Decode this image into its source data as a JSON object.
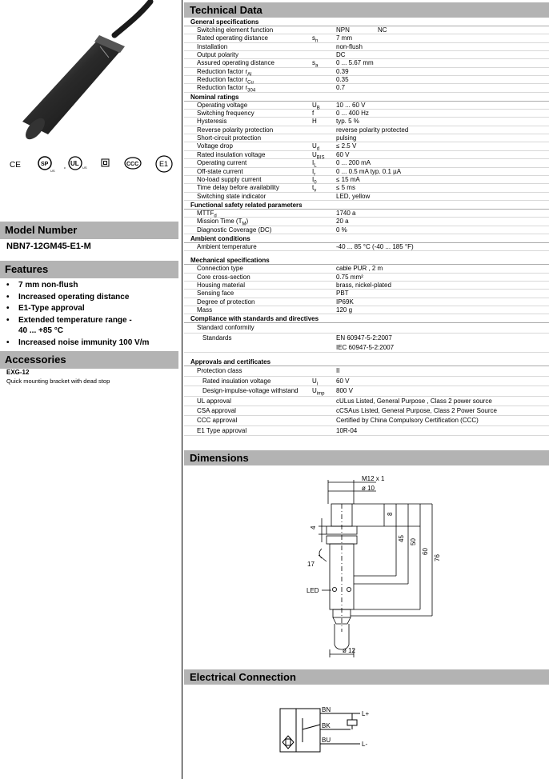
{
  "left": {
    "certifications": [
      {
        "name": "ce-mark-logo",
        "text": "CE"
      },
      {
        "name": "csa-logo",
        "text": "SP"
      },
      {
        "name": "ul-listed-logo",
        "text": "UL"
      },
      {
        "name": "protection-class-2-logo",
        "text": ""
      },
      {
        "name": "ccc-logo",
        "text": "CCC"
      },
      {
        "name": "e1-approval-logo",
        "text": "E1"
      }
    ],
    "model_heading": "Model Number",
    "model_number": "NBN7-12GM45-E1-M",
    "features_heading": "Features",
    "features": [
      "7 mm non-flush",
      "Increased operating distance",
      "E1-Type approval",
      "Extended temperature range -\n40 ... +85 °C",
      "Increased noise immunity 100 V/m"
    ],
    "accessories_heading": "Accessories",
    "accessory_name": "EXG-12",
    "accessory_desc": "Quick mounting bracket with dead stop"
  },
  "tech": {
    "heading": "Technical Data",
    "sections": [
      {
        "title": "General specifications",
        "rows": [
          {
            "label": "Switching element function",
            "sym": "",
            "sym_sub": "",
            "value": "NPN",
            "value2": "NC"
          },
          {
            "label": "Rated operating distance",
            "sym": "s",
            "sym_sub": "n",
            "value": "7 mm"
          },
          {
            "label": "Installation",
            "sym": "",
            "sym_sub": "",
            "value": "non-flush"
          },
          {
            "label": "Output polarity",
            "sym": "",
            "sym_sub": "",
            "value": "DC"
          },
          {
            "label": "Assured operating distance",
            "sym": "s",
            "sym_sub": "a",
            "value": "0 ... 5.67 mm"
          },
          {
            "label": "Reduction factor r",
            "label_sub": "Al",
            "sym": "",
            "sym_sub": "",
            "value": "0.39"
          },
          {
            "label": "Reduction factor r",
            "label_sub": "Cu",
            "sym": "",
            "sym_sub": "",
            "value": "0.35"
          },
          {
            "label": "Reduction factor r",
            "label_sub": "304",
            "sym": "",
            "sym_sub": "",
            "value": "0.7"
          }
        ]
      },
      {
        "title": "Nominal ratings",
        "rows": [
          {
            "label": "Operating voltage",
            "sym": "U",
            "sym_sub": "B",
            "value": "10 ... 60 V"
          },
          {
            "label": "Switching frequency",
            "sym": "f",
            "sym_sub": "",
            "value": "0 ... 400 Hz"
          },
          {
            "label": "Hysteresis",
            "sym": "H",
            "sym_sub": "",
            "value": "typ. 5  %"
          },
          {
            "label": "Reverse polarity protection",
            "sym": "",
            "sym_sub": "",
            "value": "reverse polarity protected"
          },
          {
            "label": "Short-circuit protection",
            "sym": "",
            "sym_sub": "",
            "value": "pulsing"
          },
          {
            "label": "Voltage drop",
            "sym": "U",
            "sym_sub": "d",
            "value": "≤ 2.5 V"
          },
          {
            "label": "Rated insulation voltage",
            "sym": "U",
            "sym_sub": "BIS",
            "value": "60 V"
          },
          {
            "label": "Operating current",
            "sym": "I",
            "sym_sub": "L",
            "value": "0 ... 200 mA"
          },
          {
            "label": "Off-state current",
            "sym": "I",
            "sym_sub": "r",
            "value": "0 ... 0.5 mA typ. 0.1 µA"
          },
          {
            "label": "No-load supply current",
            "sym": "I",
            "sym_sub": "0",
            "value": "≤ 15 mA"
          },
          {
            "label": "Time delay before availability",
            "sym": "t",
            "sym_sub": "v",
            "value": "≤ 5 ms"
          },
          {
            "label": "Switching state indicator",
            "sym": "",
            "sym_sub": "",
            "value": "LED, yellow"
          }
        ]
      },
      {
        "title": "Functional safety related parameters",
        "rows": [
          {
            "label": "MTTF",
            "label_sub": "d",
            "sym": "",
            "sym_sub": "",
            "value": "1740 a"
          },
          {
            "label": "Mission Time (T",
            "label_sub": "M",
            "label_after": ")",
            "sym": "",
            "sym_sub": "",
            "value": "20 a"
          },
          {
            "label": "Diagnostic Coverage (DC)",
            "sym": "",
            "sym_sub": "",
            "value": "0 %"
          }
        ]
      },
      {
        "title": "Ambient conditions",
        "rows": [
          {
            "label": "Ambient temperature",
            "sym": "",
            "sym_sub": "",
            "value": "-40 ... 85 °C (-40 ... 185 °F)"
          }
        ]
      },
      {
        "title": "Mechanical specifications",
        "rows": [
          {
            "label": "Connection type",
            "sym": "",
            "sym_sub": "",
            "value": "cable PUR , 2 m"
          },
          {
            "label": "Core cross-section",
            "sym": "",
            "sym_sub": "",
            "value": "0.75 mm²"
          },
          {
            "label": "Housing material",
            "sym": "",
            "sym_sub": "",
            "value": "brass, nickel-plated"
          },
          {
            "label": "Sensing face",
            "sym": "",
            "sym_sub": "",
            "value": "PBT"
          },
          {
            "label": "Degree of protection",
            "sym": "",
            "sym_sub": "",
            "value": "IP69K"
          },
          {
            "label": "Mass",
            "sym": "",
            "sym_sub": "",
            "value": "120 g"
          }
        ]
      },
      {
        "title": "Compliance with standards and directives",
        "rows": [
          {
            "label": "Standard conformity",
            "sym": "",
            "sym_sub": "",
            "value": ""
          },
          {
            "label": "Standards",
            "indent": 2,
            "sym": "",
            "sym_sub": "",
            "value": "EN 60947-5-2:2007"
          },
          {
            "label": "",
            "sym": "",
            "sym_sub": "",
            "value": "IEC 60947-5-2:2007"
          }
        ]
      },
      {
        "title": "Approvals and certificates",
        "rows": [
          {
            "label": "Protection class",
            "sym": "",
            "sym_sub": "",
            "value": "II"
          },
          {
            "label": "Rated insulation voltage",
            "indent": 2,
            "sym": "U",
            "sym_sub": "i",
            "value": "60 V"
          },
          {
            "label": "Design-impulse-voltage withstand",
            "indent": 2,
            "sym": "U",
            "sym_sub": "imp",
            "value": "800 V"
          },
          {
            "label": "UL approval",
            "sym": "",
            "sym_sub": "",
            "value": "cULus Listed, General Purpose , Class 2 power source"
          },
          {
            "label": "CSA approval",
            "sym": "",
            "sym_sub": "",
            "value": "cCSAus Listed, General Purpose, Class 2 Power Source"
          },
          {
            "label": "CCC approval",
            "sym": "",
            "sym_sub": "",
            "value": "Certified by China Compulsory Certification (CCC)"
          },
          {
            "label": "E1 Type approval",
            "sym": "",
            "sym_sub": "",
            "value": "10R-04"
          }
        ]
      }
    ]
  },
  "dimensions": {
    "heading": "Dimensions",
    "labels": {
      "thread": "M12 x 1",
      "diameter_top": "ø 10",
      "dim_8": "8",
      "dim_4": "4",
      "dim_45": "45",
      "dim_50": "50",
      "dim_60": "60",
      "dim_76": "76",
      "wrench": "17",
      "led": "LED",
      "diameter_bottom": "ø 12"
    }
  },
  "electrical": {
    "heading": "Electrical Connection",
    "labels": {
      "bn": "BN",
      "bk": "BK",
      "bu": "BU",
      "plus": "L+",
      "minus": "L-"
    }
  }
}
